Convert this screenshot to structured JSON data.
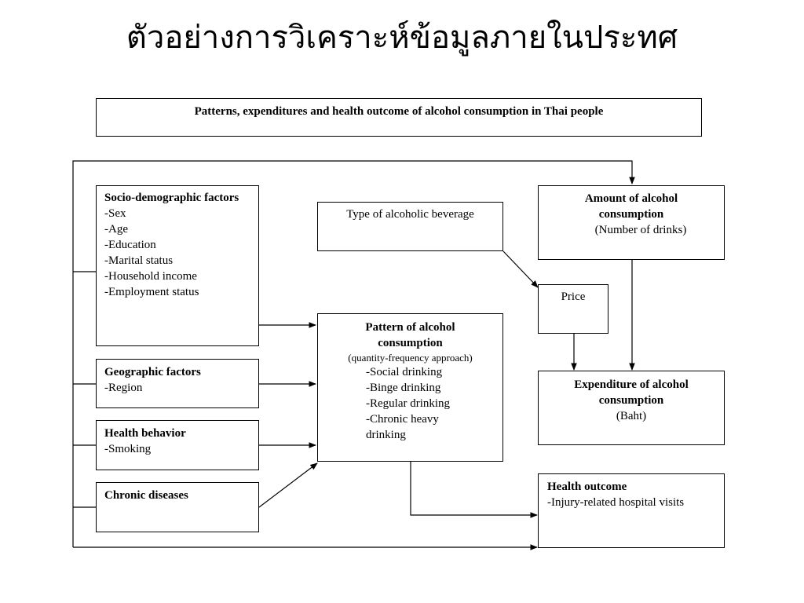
{
  "title": "ตัวอย่างการวิเคราะห์ข้อมูลภายในประทศ",
  "main_box": "Patterns, expenditures and health outcome of alcohol consumption in Thai people",
  "socio": {
    "heading": "Socio-demographic factors",
    "items": [
      "-Sex",
      "-Age",
      "-Education",
      "-Marital status",
      "-Household income",
      "-Employment status"
    ]
  },
  "geographic": {
    "heading": "Geographic factors",
    "items": [
      "-Region"
    ]
  },
  "health_behavior": {
    "heading": "Health behavior",
    "items": [
      "-Smoking"
    ]
  },
  "chronic": {
    "heading": "Chronic diseases"
  },
  "beverage_type": "Type of alcoholic beverage",
  "pattern": {
    "heading": "Pattern of alcohol consumption",
    "subheading": "(quantity-frequency approach)",
    "items": [
      "-Social drinking",
      "-Binge drinking",
      "-Regular drinking",
      "-Chronic heavy drinking"
    ]
  },
  "amount": {
    "heading": "Amount of alcohol consumption",
    "sub": "(Number of drinks)"
  },
  "price": "Price",
  "expenditure": {
    "heading": "Expenditure of alcohol consumption",
    "sub": "(Baht)"
  },
  "health_outcome": {
    "heading": "Health outcome",
    "items": [
      "-Injury-related hospital visits"
    ]
  }
}
